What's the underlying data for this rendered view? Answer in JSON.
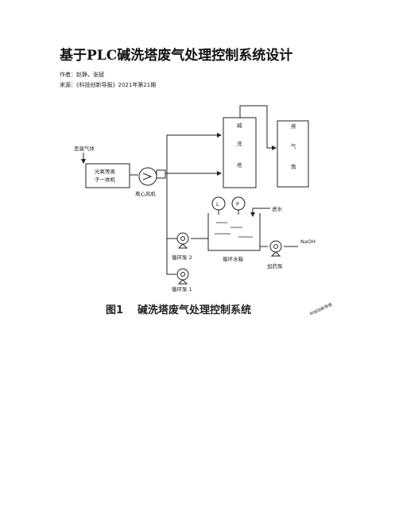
{
  "article": {
    "title": "基于PLC碱洗塔废气处理控制系统设计",
    "author": "作者：赵静，张斌",
    "source": "来源：《科技创新导报》2021年第21期"
  },
  "figure": {
    "labels": {
      "odor_gas": "恶臭气体",
      "uv_unit_line1": "光氧等离",
      "uv_unit_line2": "子一体机",
      "fan": "离心风机",
      "tower_char1": "碱",
      "tower_char2": "洗",
      "tower_char3": "塔",
      "exhaust_char1": "排",
      "exhaust_char2": "气",
      "exhaust_char3": "筒",
      "level_gauge": "L",
      "pressure_gauge": "P",
      "water_inlet": "进水",
      "tank": "循环水箱",
      "pump2": "循环泵 2",
      "pump1": "循环泵 1",
      "naoh": "NaOH",
      "dosing_pump": "加药泵"
    },
    "caption_label": "图1",
    "caption_text": "碱洗塔废气处理控制系统",
    "watermark": "科技创新导报"
  }
}
